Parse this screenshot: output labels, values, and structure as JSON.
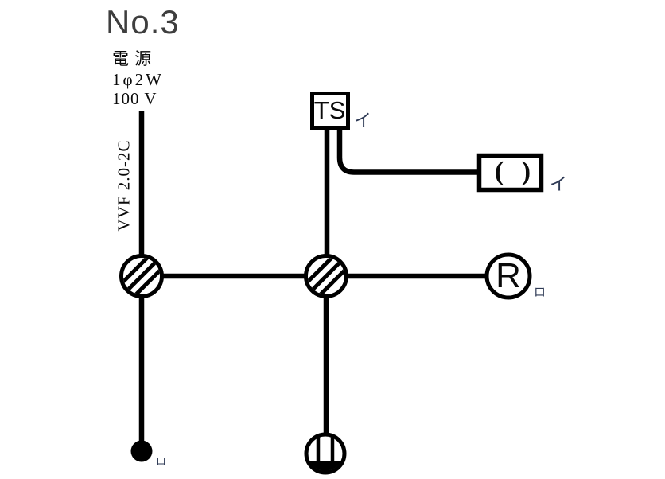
{
  "title": "No.3",
  "power_source": {
    "name": "電 源",
    "phase": "1φ2W",
    "voltage": "100 V",
    "cable": "VVF 2.0-2C"
  },
  "devices": {
    "timer_switch": {
      "label": "TS",
      "circuit": "イ"
    },
    "ceiling_rosette": {
      "symbol": "( )",
      "circuit": "イ"
    },
    "lamp_receptacle": {
      "label": "R",
      "circuit": "ロ"
    },
    "switch": {
      "circuit": "ロ"
    }
  },
  "colors": {
    "line": "#000000",
    "title": "#3e3e3e",
    "annotation": "#2e3a55"
  }
}
